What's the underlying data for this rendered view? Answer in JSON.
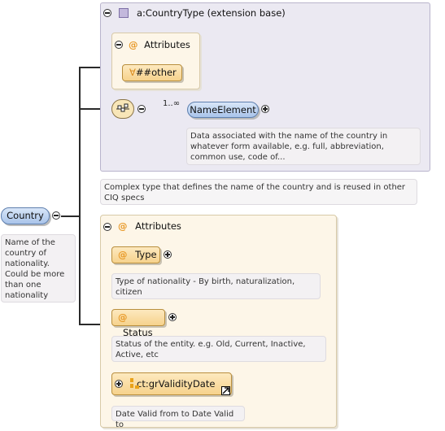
{
  "root": {
    "label": "Country",
    "doc": "Name of the country of nationality. Could be more than one nationality"
  },
  "complex_type": {
    "title": "a:CountryType (extension base)",
    "doc": "Complex type that defines the name of the country and is reused in other CIQ specs",
    "attributes_title": "Attributes",
    "any_attribute": "##other",
    "name_element": {
      "label": "NameElement",
      "cardinality": "1..∞",
      "doc": "Data associated with the name of the country in whatever form available, e.g. full, abbreviation, common use, code of..."
    }
  },
  "attributes": {
    "title": "Attributes",
    "type": {
      "label": "Type",
      "doc": "Type of nationality - By birth, naturalization, citizen"
    },
    "status": {
      "label": "Status",
      "doc": "Status of the entity. e.g. Old, Current, Inactive, Active, etc"
    },
    "group": {
      "label": "ct:grValidityDate",
      "doc": "Date Valid from to Date Valid to"
    }
  }
}
